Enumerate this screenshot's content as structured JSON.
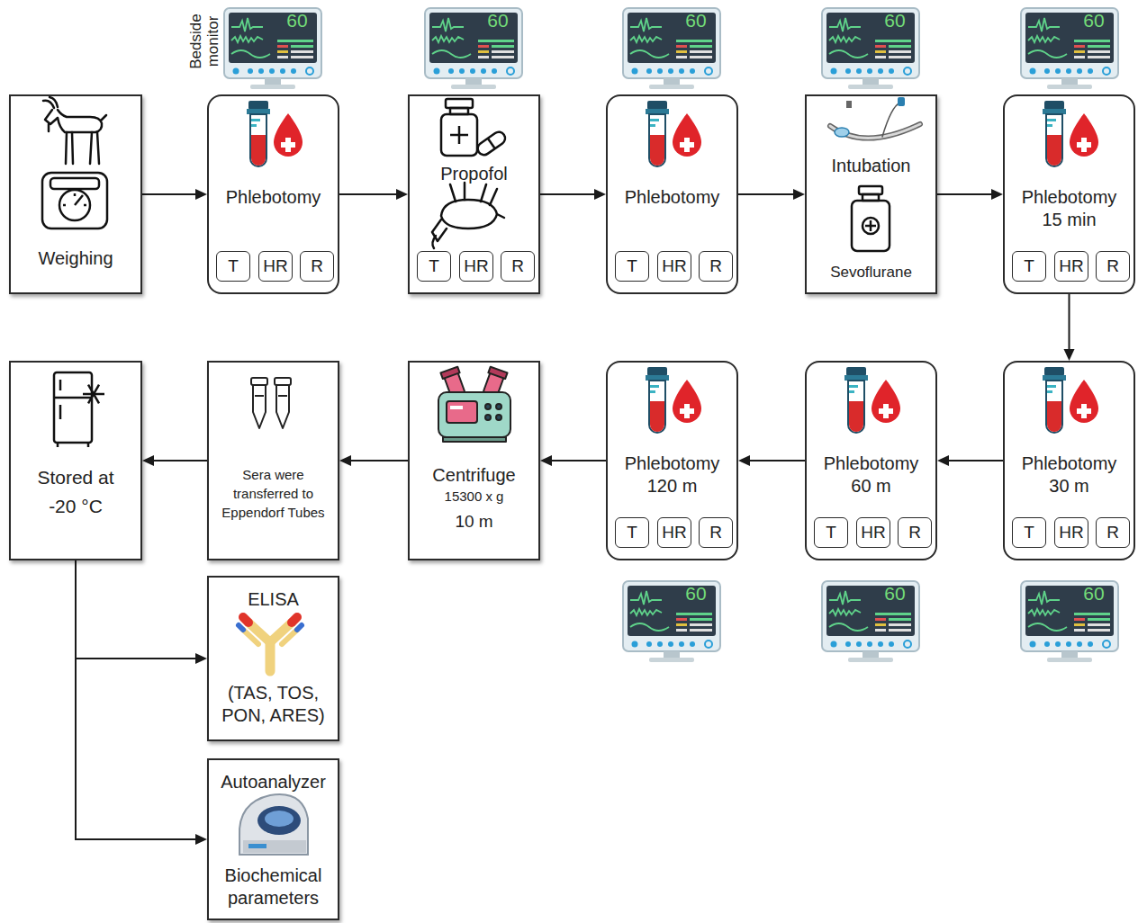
{
  "diagram": {
    "nodes": [
      {
        "text": [
          "Weighing"
        ]
      },
      {
        "text": [
          "Phlebotomy"
        ]
      },
      {
        "text": [
          "T"
        ],
        "in": 1
      },
      {
        "text": [
          "HR"
        ],
        "in": 1
      },
      {
        "text": [
          "R"
        ],
        "in": 1
      },
      {
        "text": [
          "Propofol"
        ]
      },
      {
        "text": [
          "T"
        ],
        "in": 5
      },
      {
        "text": [
          "HR"
        ],
        "in": 5
      },
      {
        "text": [
          "R"
        ],
        "in": 5
      },
      {
        "text": [
          "Phlebotomy"
        ]
      },
      {
        "text": [
          "T"
        ],
        "in": 9
      },
      {
        "text": [
          "HR"
        ],
        "in": 9
      },
      {
        "text": [
          "R"
        ],
        "in": 9
      },
      {
        "text": [
          "Intubation",
          "Sevoflurane"
        ]
      },
      {
        "text": [
          "Phlebotomy 15 min"
        ]
      },
      {
        "text": [
          "T"
        ],
        "in": 14
      },
      {
        "text": [
          "HR"
        ],
        "in": 14
      },
      {
        "text": [
          "R"
        ],
        "in": 14
      },
      {
        "text": [
          "Phlebotomy 30 m"
        ]
      },
      {
        "text": [
          "T"
        ],
        "in": 18
      },
      {
        "text": [
          "HR"
        ],
        "in": 18
      },
      {
        "text": [
          "R"
        ],
        "in": 18
      },
      {
        "text": [
          "Phlebotomy 60 m"
        ]
      },
      {
        "text": [
          "T"
        ],
        "in": 22
      },
      {
        "text": [
          "HR"
        ],
        "in": 22
      },
      {
        "text": [
          "R"
        ],
        "in": 22
      },
      {
        "text": [
          "Phlebotomy 120 m"
        ]
      },
      {
        "text": [
          "T"
        ],
        "in": 26
      },
      {
        "text": [
          "HR"
        ],
        "in": 26
      },
      {
        "text": [
          "R"
        ],
        "in": 26
      },
      {
        "text": [
          "Centrifuge",
          "15300 x g",
          "10 m"
        ]
      },
      {
        "text": [
          "Sera were transferred to Eppendorf Tubes"
        ]
      },
      {
        "text": [
          "Stored at -20 °C"
        ]
      },
      {
        "text": [
          "ELISA",
          "(TAS, TOS, PON, ARES)"
        ]
      },
      {
        "text": [
          "Autoanalyzer",
          "Biochemical parameters"
        ]
      }
    ],
    "edges": [
      {
        "from": 0,
        "to": 1,
        "arrow": "to"
      },
      {
        "from": 1,
        "to": 5,
        "arrow": "to"
      },
      {
        "from": 5,
        "to": 9,
        "arrow": "to"
      },
      {
        "from": 9,
        "to": 13,
        "arrow": "to"
      },
      {
        "from": 13,
        "to": 14,
        "arrow": "to"
      },
      {
        "from": 14,
        "to": 18,
        "arrow": "to"
      },
      {
        "from": 18,
        "to": 22,
        "arrow": "to"
      },
      {
        "from": 22,
        "to": 26,
        "arrow": "to"
      },
      {
        "from": 26,
        "to": 30,
        "arrow": "to"
      },
      {
        "from": 30,
        "to": 31,
        "arrow": "to"
      },
      {
        "from": 31,
        "to": 32,
        "arrow": "to"
      },
      {
        "from": 32,
        "to": 33,
        "arrow": "to"
      },
      {
        "from": 32,
        "to": 34,
        "arrow": "to"
      }
    ],
    "labels": [
      "Bedside monitor",
      "60",
      "60",
      "60",
      "60",
      "60",
      "60",
      "60",
      "60"
    ]
  }
}
